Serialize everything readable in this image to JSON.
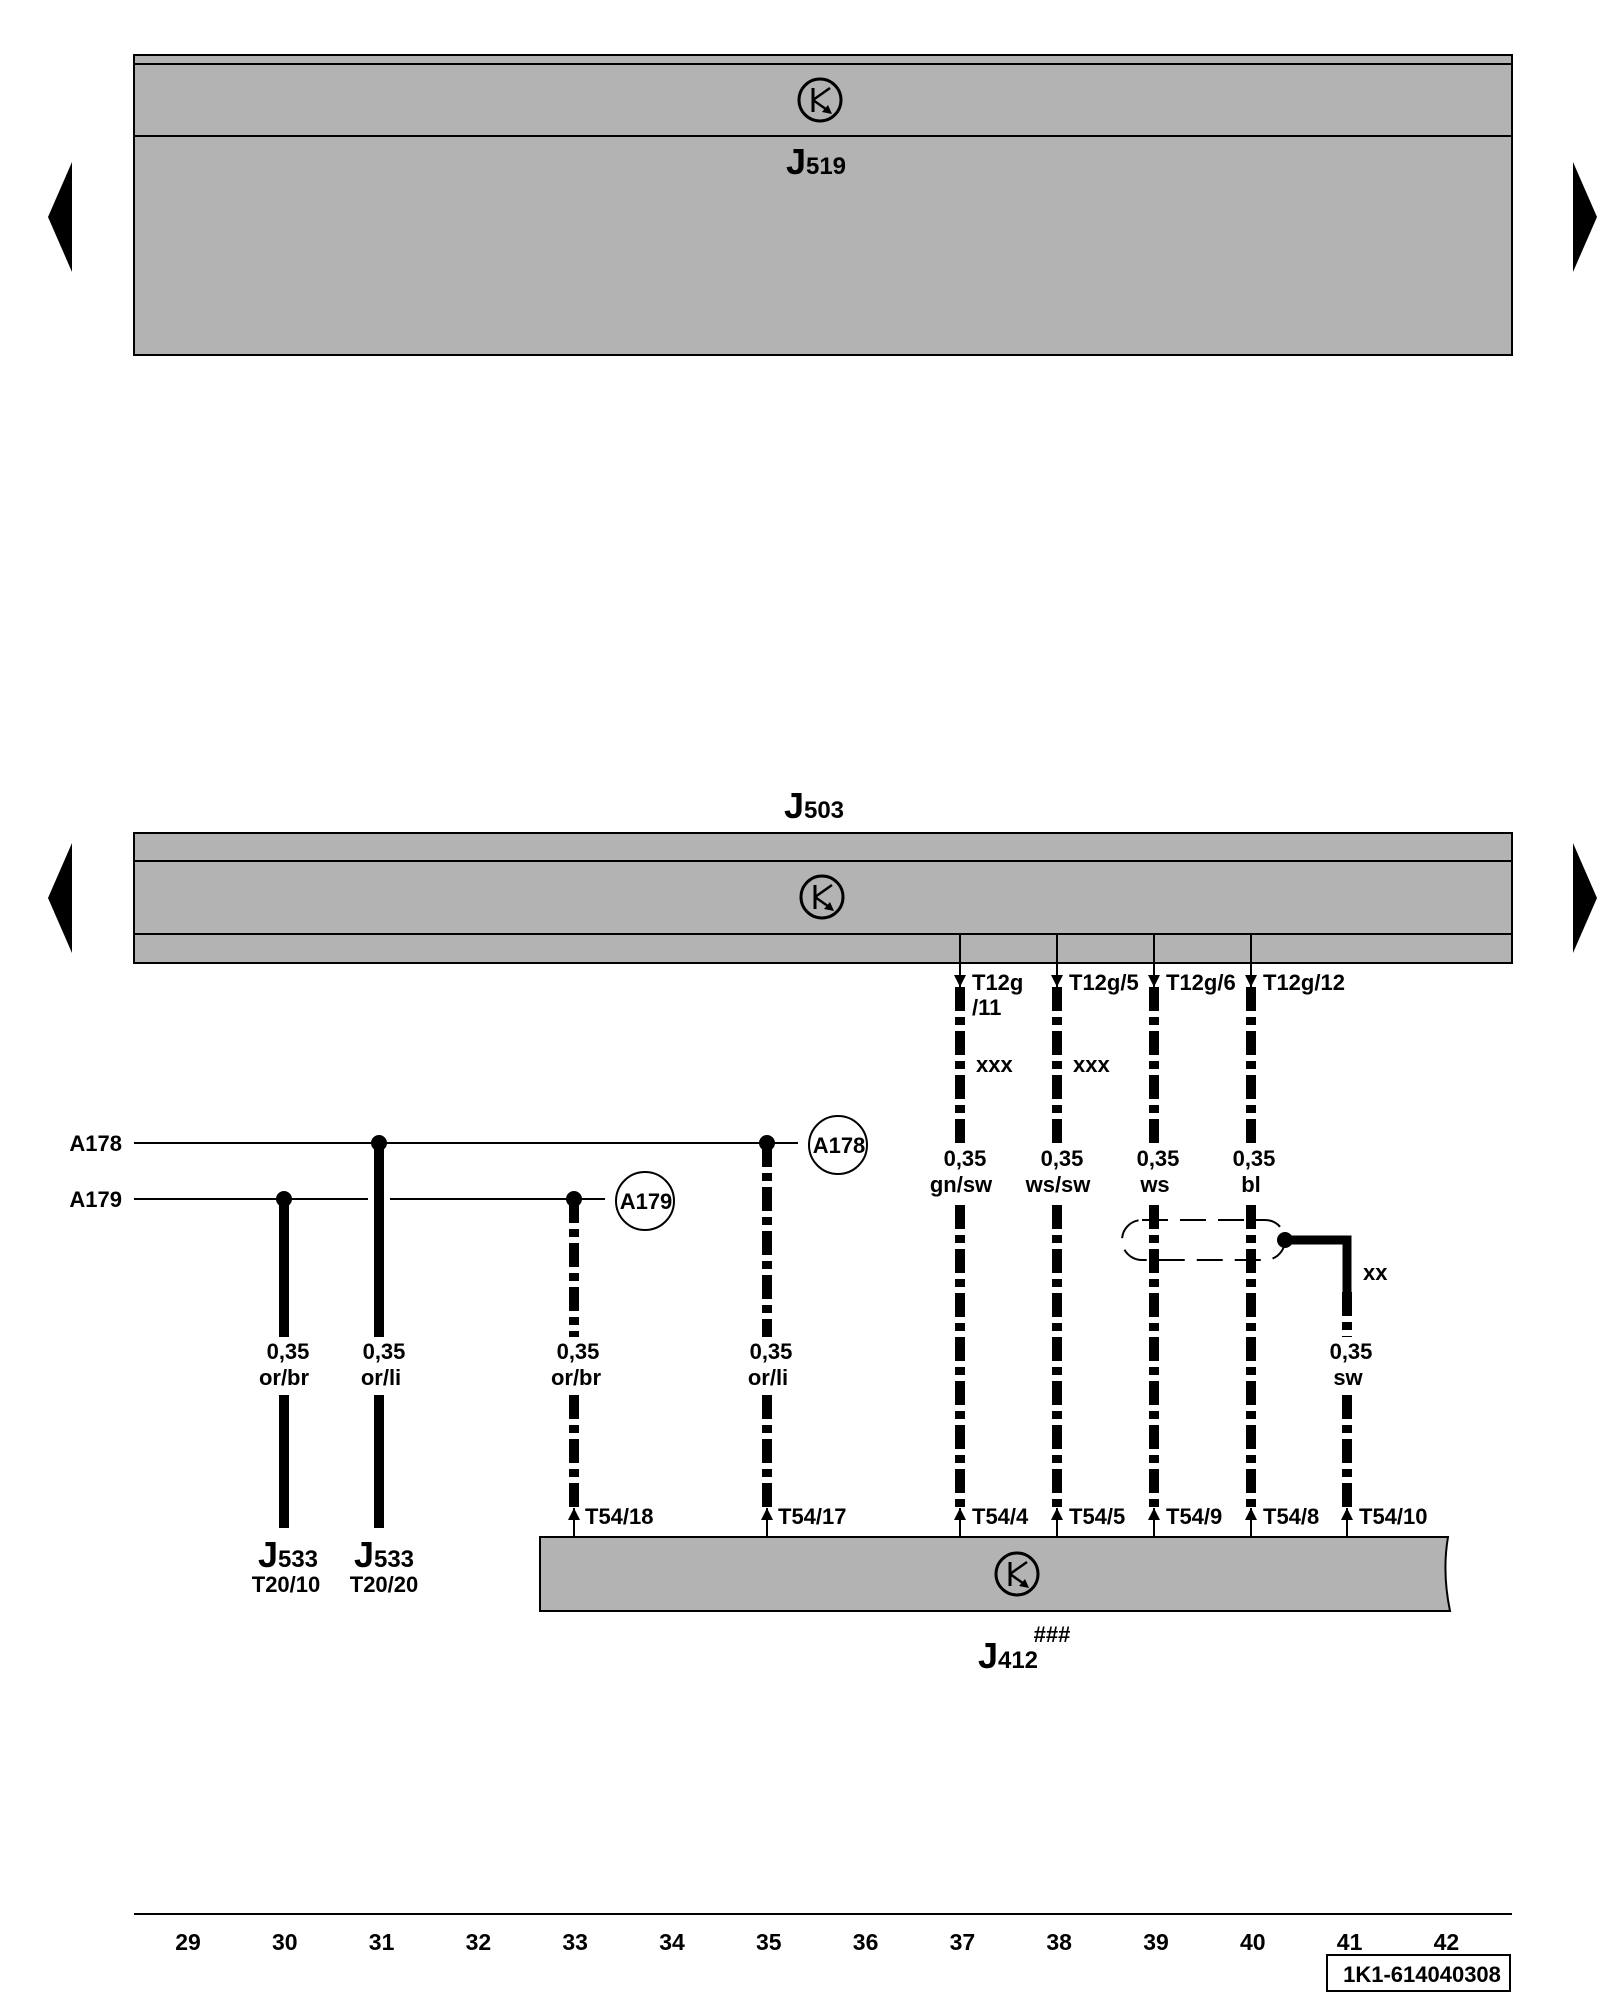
{
  "modules": {
    "top": {
      "letter": "J",
      "number": "519"
    },
    "middle": {
      "letter": "J",
      "number": "503"
    },
    "bottom": {
      "letter": "J",
      "number": "412",
      "sup": "###"
    },
    "gateway_left": {
      "letter": "J",
      "number": "533",
      "pin": "T20/10"
    },
    "gateway_right": {
      "letter": "J",
      "number": "533",
      "pin": "T20/20"
    }
  },
  "bus_lines": {
    "a178": "A178",
    "a179": "A179"
  },
  "wires": {
    "w30": {
      "size": "0,35",
      "color": "or/br"
    },
    "w31": {
      "size": "0,35",
      "color": "or/li"
    },
    "w33": {
      "size": "0,35",
      "color": "or/br",
      "pin": "T54/18",
      "circle": "A179"
    },
    "w35": {
      "size": "0,35",
      "color": "or/li",
      "pin": "T54/17",
      "circle": "A178"
    },
    "w37": {
      "size": "0,35",
      "color": "gn/sw",
      "top_pin_a": "T12g",
      "top_pin_b": "/11",
      "note": "xxx",
      "pin": "T54/4"
    },
    "w38": {
      "size": "0,35",
      "color": "ws/sw",
      "top_pin": "T12g/5",
      "note": "xxx",
      "pin": "T54/5"
    },
    "w39": {
      "size": "0,35",
      "color": "ws",
      "top_pin": "T12g/6",
      "pin": "T54/9"
    },
    "w40": {
      "size": "0,35",
      "color": "bl",
      "top_pin": "T12g/12",
      "pin": "T54/8"
    },
    "w41": {
      "size": "0,35",
      "color": "sw",
      "note": "xx",
      "pin": "T54/10"
    }
  },
  "columns": [
    "29",
    "30",
    "31",
    "32",
    "33",
    "34",
    "35",
    "36",
    "37",
    "38",
    "39",
    "40",
    "41",
    "42"
  ],
  "diagram_id": "1K1-614040308"
}
